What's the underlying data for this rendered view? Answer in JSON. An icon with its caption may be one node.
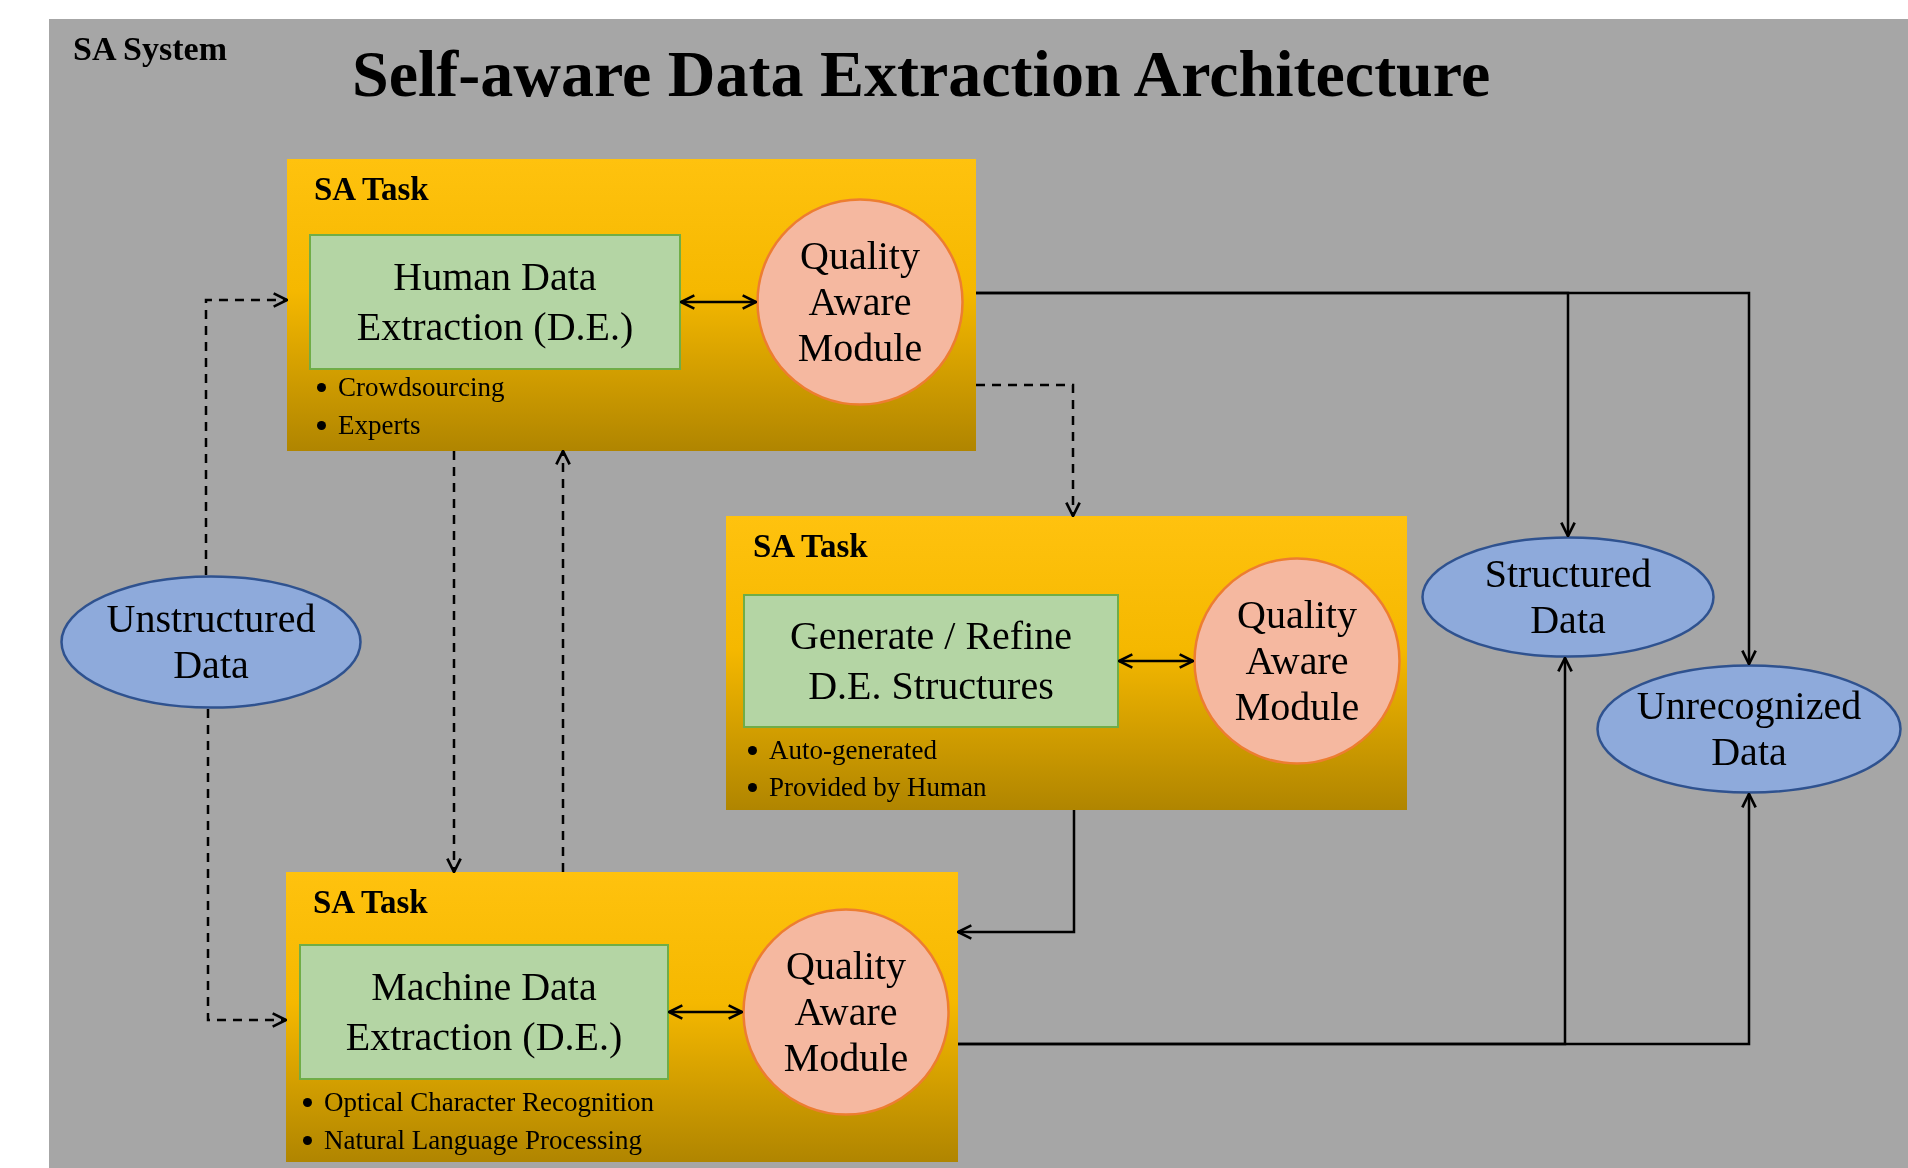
{
  "diagram": {
    "title": "Self-aware Data Extraction Architecture",
    "nodes": [
      {
        "text": [
          "SA Task",
          "Crowdsourcing",
          "Experts"
        ]
      },
      {
        "text": [
          "Human Data Extraction (D.E.)"
        ],
        "in": 0
      },
      {
        "text": [
          "Quality Aware Module"
        ],
        "in": 0
      },
      {
        "text": [
          "SA Task",
          "Auto-generated",
          "Provided by Human"
        ]
      },
      {
        "text": [
          "Generate / Refine D.E. Structures"
        ],
        "in": 3
      },
      {
        "text": [
          "Quality Aware Module"
        ],
        "in": 3
      },
      {
        "text": [
          "SA Task",
          "Optical Character Recognition",
          "Natural Language Processing"
        ]
      },
      {
        "text": [
          "Machine Data Extraction (D.E.)"
        ],
        "in": 6
      },
      {
        "text": [
          "Quality Aware Module"
        ],
        "in": 6
      },
      {
        "text": [
          "Unstructured Data"
        ]
      },
      {
        "text": [
          "Structured Data"
        ]
      },
      {
        "text": [
          "Unrecognized Data"
        ]
      }
    ],
    "edges": [
      {
        "from": 1,
        "to": 2,
        "arrow": "both"
      },
      {
        "from": 4,
        "to": 5,
        "arrow": "both"
      },
      {
        "from": 7,
        "to": 8,
        "arrow": "both"
      },
      {
        "from": 9,
        "to": 0,
        "arrow": "to",
        "style": "dashed"
      },
      {
        "from": 9,
        "to": 6,
        "arrow": "to",
        "style": "dashed"
      },
      {
        "from": 0,
        "to": 6,
        "arrow": "to",
        "style": "dashed"
      },
      {
        "from": 6,
        "to": 0,
        "arrow": "to",
        "style": "dashed"
      },
      {
        "from": 0,
        "to": 3,
        "arrow": "to",
        "style": "dashed"
      },
      {
        "from": 0,
        "to": 10,
        "arrow": "to"
      },
      {
        "from": 0,
        "to": 11,
        "arrow": "to"
      },
      {
        "from": 3,
        "to": 6,
        "arrow": "to"
      },
      {
        "from": 6,
        "to": 10,
        "arrow": "to"
      },
      {
        "from": 6,
        "to": 11,
        "arrow": "to"
      }
    ],
    "labels": [
      "SA System"
    ]
  }
}
